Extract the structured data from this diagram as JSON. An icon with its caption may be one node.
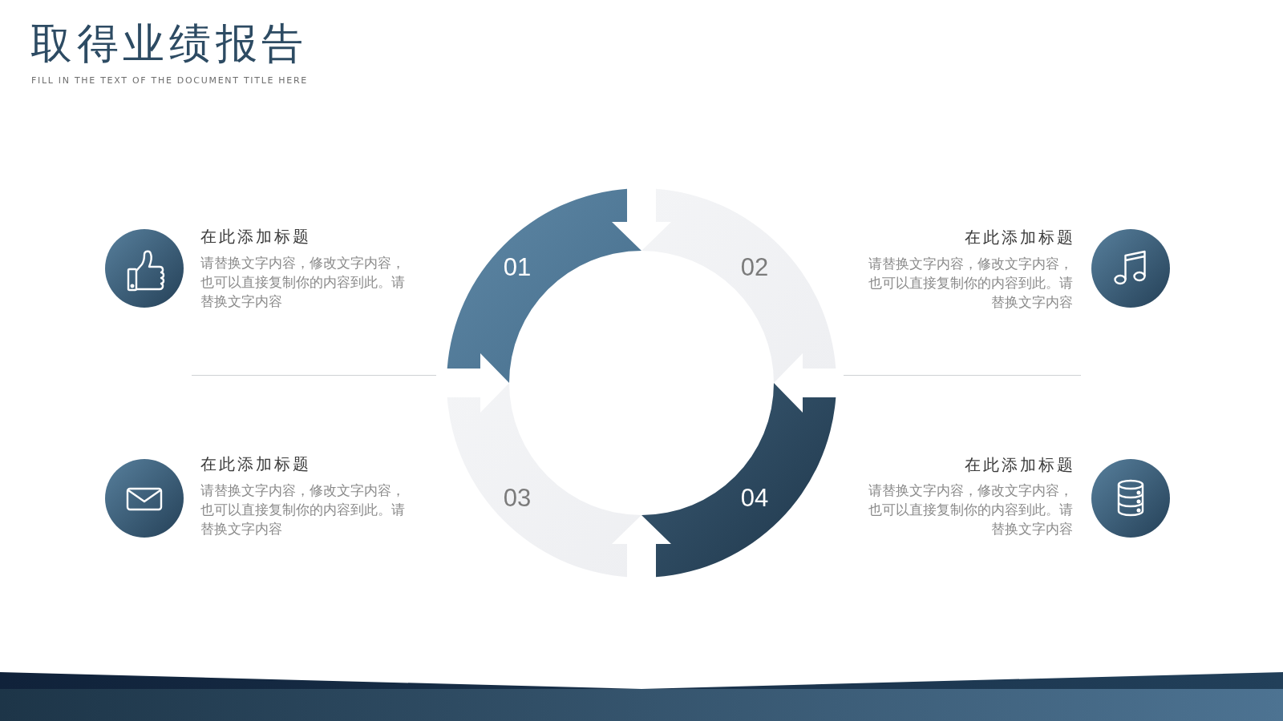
{
  "diagram": {
    "title": "取得业绩报告",
    "nodes": [
      {
        "text": [
          "01"
        ]
      },
      {
        "text": [
          "02"
        ]
      },
      {
        "text": [
          "03"
        ]
      },
      {
        "text": [
          "04"
        ]
      }
    ],
    "labels": [
      "FILL IN THE TEXT OF THE DOCUMENT TITLE HERE",
      "在此添加标题",
      "请替换文字内容，修改文字内容，也可以直接复制你的内容到此。请替换文字内容",
      "在此添加标题",
      "请替换文字内容，修改文字内容，也可以直接复制你的内容到此。请替换文字内容",
      "在此添加标题",
      "请替换文字内容，修改文字内容，也可以直接复制你的内容到此。请替换文字内容",
      "在此添加标题",
      "请替换文字内容，修改文字内容，也可以直接复制你的内容到此。请替换文字内容"
    ]
  }
}
